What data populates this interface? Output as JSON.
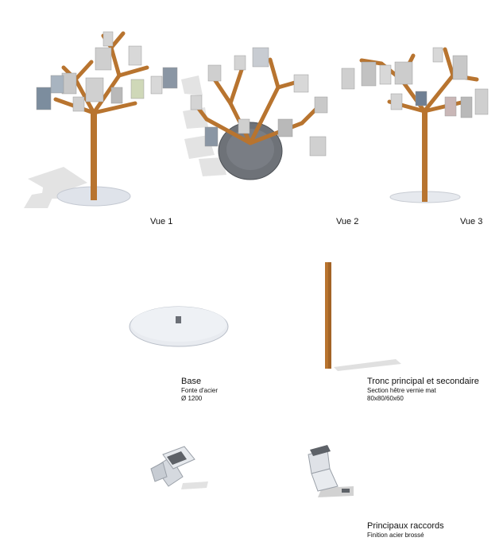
{
  "views": [
    {
      "label": "Vue 1"
    },
    {
      "label": "Vue 2"
    },
    {
      "label": "Vue 3"
    }
  ],
  "components": {
    "base": {
      "title": "Base",
      "lines": [
        "Fonte d'acier",
        "Ø 1200"
      ]
    },
    "trunk": {
      "title": "Tronc principal et secondaire",
      "lines": [
        "Section hêtre vernie mat",
        "80x80/60x60"
      ]
    },
    "connectors": {
      "title": "Principaux raccords",
      "lines": [
        "Finition acier brossé"
      ]
    }
  },
  "colors": {
    "wood": "#b8742f",
    "wood_dark": "#8e5420",
    "steel": "#dde1e8",
    "steel_dark": "#a9afb8",
    "shadow": "#e4e4e4"
  }
}
